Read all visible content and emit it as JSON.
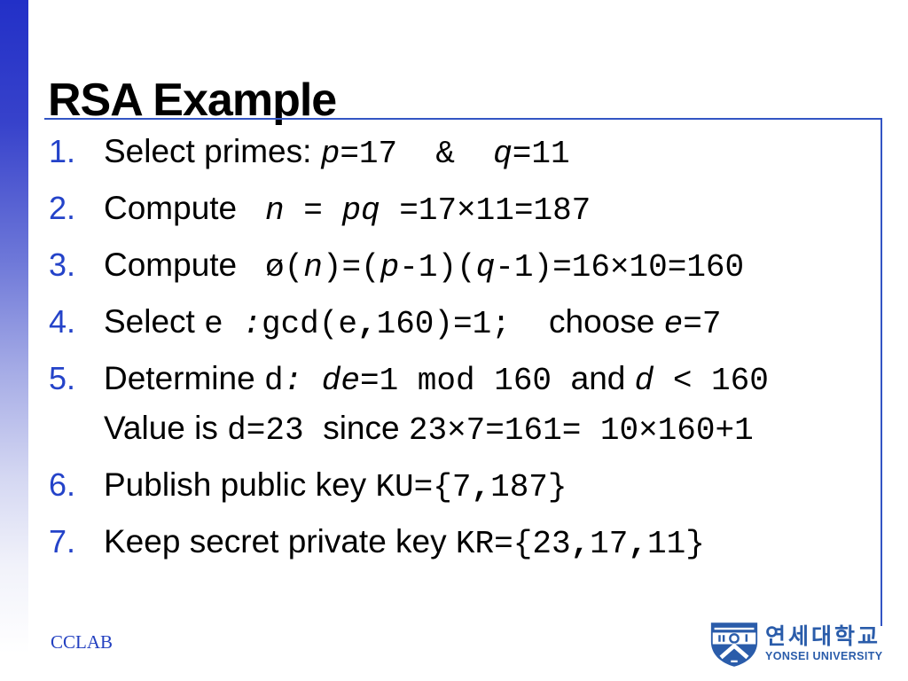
{
  "slide": {
    "title": "RSA Example",
    "footer_label": "CCLAB",
    "logo": {
      "korean": "연세대학교",
      "latin": "YONSEI UNIVERSITY"
    },
    "colors": {
      "list_number_blue": "#2443c9",
      "frame_line_blue": "#3355c4",
      "sidebar_top_blue": "#2230c7",
      "footer_blue": "#2340c0",
      "logo_blue": "#2a5caa",
      "text": "#000000",
      "background": "#ffffff"
    }
  },
  "list": {
    "items": [
      {
        "number": "1.",
        "lines": [
          [
            {
              "t": "Select primes: ",
              "s": "sans"
            },
            {
              "t": "p",
              "s": "mi"
            },
            {
              "t": "=17  &  ",
              "s": "m"
            },
            {
              "t": "q",
              "s": "mi"
            },
            {
              "t": "=11",
              "s": "m"
            }
          ]
        ]
      },
      {
        "number": "2.",
        "lines": [
          [
            {
              "t": "Compute ",
              "s": "sans"
            },
            {
              "t": " n = pq ",
              "s": "mi"
            },
            {
              "t": "=17×11=187",
              "s": "m"
            }
          ]
        ]
      },
      {
        "number": "3.",
        "lines": [
          [
            {
              "t": "Compute ",
              "s": "sans"
            },
            {
              "t": " ø(",
              "s": "m"
            },
            {
              "t": "n",
              "s": "mi"
            },
            {
              "t": ")=(",
              "s": "m"
            },
            {
              "t": "p",
              "s": "mi"
            },
            {
              "t": "-1)(",
              "s": "m"
            },
            {
              "t": "q",
              "s": "mi"
            },
            {
              "t": "-1)=16×10=160",
              "s": "m"
            }
          ]
        ]
      },
      {
        "number": "4.",
        "lines": [
          [
            {
              "t": "Select ",
              "s": "sans"
            },
            {
              "t": "e ",
              "s": "m"
            },
            {
              "t": ":",
              "s": "mi"
            },
            {
              "t": "gcd(e",
              "s": "m"
            },
            {
              "t": ",",
              "s": "mb"
            },
            {
              "t": "160)=1;  ",
              "s": "m"
            },
            {
              "t": "choose ",
              "s": "sans"
            },
            {
              "t": "e",
              "s": "mi"
            },
            {
              "t": "=7",
              "s": "m"
            }
          ]
        ]
      },
      {
        "number": "5.",
        "lines": [
          [
            {
              "t": "Determine ",
              "s": "sans"
            },
            {
              "t": "d",
              "s": "m"
            },
            {
              "t": ": de",
              "s": "mi"
            },
            {
              "t": "=1 mod 160 ",
              "s": "m"
            },
            {
              "t": "and ",
              "s": "sans"
            },
            {
              "t": "d",
              "s": "mi"
            },
            {
              "t": " < 160",
              "s": "m"
            }
          ],
          [
            {
              "t": "Value is ",
              "s": "sans"
            },
            {
              "t": "d=23 ",
              "s": "m"
            },
            {
              "t": "since ",
              "s": "sans"
            },
            {
              "t": "23×7=161= 10×160+1",
              "s": "m"
            }
          ]
        ]
      },
      {
        "number": "6.",
        "lines": [
          [
            {
              "t": "Publish public key ",
              "s": "sans"
            },
            {
              "t": "KU={7",
              "s": "m"
            },
            {
              "t": ",",
              "s": "mb"
            },
            {
              "t": "187}",
              "s": "m"
            }
          ]
        ]
      },
      {
        "number": "7.",
        "lines": [
          [
            {
              "t": "Keep secret private key ",
              "s": "sans"
            },
            {
              "t": "KR={23",
              "s": "m"
            },
            {
              "t": ",",
              "s": "mb"
            },
            {
              "t": "17",
              "s": "m"
            },
            {
              "t": ",",
              "s": "mb"
            },
            {
              "t": "11}",
              "s": "m"
            }
          ]
        ]
      }
    ]
  }
}
